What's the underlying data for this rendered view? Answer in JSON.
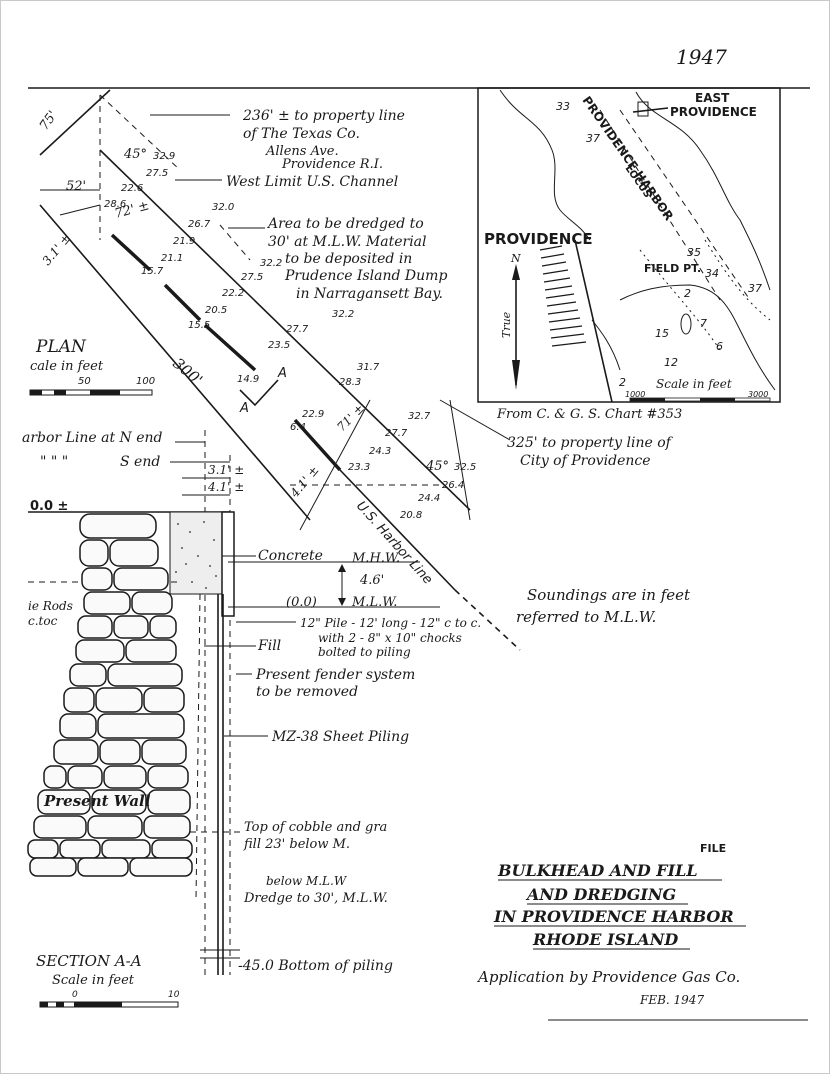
{
  "header": {
    "year": "1947"
  },
  "plan": {
    "title": "PLAN",
    "scale_caption": "cale in feet",
    "scale_ticks": [
      "50",
      "100"
    ],
    "dim_75": "75'",
    "dim_52": "52'",
    "dim_45_top": "45°",
    "dim_72": "72' ±",
    "dim_31_top": "3.1' ±",
    "dim_300": "300'",
    "dim_71": "71' ±",
    "dim_45_bottom": "45°",
    "dim_41_bottom": "4.1' ±",
    "section_marker": "A",
    "line_label": "U.S. Harbor Line",
    "notes": {
      "texas_co": [
        "236' ± to property line",
        "of The Texas Co.",
        "Allens Ave.",
        "Providence R.I."
      ],
      "west_limit": "West Limit U.S. Channel",
      "dredge_area": [
        "Area to be dredged to",
        "30' at M.L.W. Material",
        "to be deposited in",
        "Prudence Island Dump",
        "in Narragansett Bay."
      ],
      "city_property": [
        "325' to property line of",
        "City of Providence"
      ],
      "soundings": [
        "Soundings are in feet",
        "referred to M.L.W."
      ]
    },
    "soundings": [
      "32.9",
      "27.5",
      "22.6",
      "28.6",
      "32.0",
      "26.7",
      "21.9",
      "21.1",
      "15.7",
      "27.5",
      "22.2",
      "20.5",
      "32.2",
      "15.5",
      "32.2",
      "27.7",
      "23.5",
      "31.7",
      "28.3",
      "14.9",
      "22.9",
      "6.4",
      "32.7",
      "27.7",
      "24.3",
      "23.3",
      "32.5",
      "26.4",
      "24.4",
      "20.8"
    ]
  },
  "locus_map": {
    "labels": {
      "east_providence": [
        "EAST",
        "PROVIDENCE"
      ],
      "harbor": "PROVIDENCE HARBOR",
      "locus": "LOCUS",
      "city": "PROVIDENCE",
      "field_pt": "FIELD PT.",
      "north": "N",
      "true": "True"
    },
    "depths": [
      "33",
      "37",
      "35",
      "34",
      "37",
      "2",
      "15",
      "7",
      "6",
      "12",
      "2"
    ],
    "scale": {
      "caption": "Scale in feet",
      "ticks": [
        "1000",
        "3000"
      ]
    },
    "source": "From C. & G. S. Chart #353"
  },
  "section": {
    "title": "SECTION A-A",
    "scale_caption": "Scale in feet",
    "scale_ticks": [
      "0",
      "10"
    ],
    "elev_top": "0.0 ±",
    "harbor_line_n": "arbor Line at N end",
    "harbor_line_s_marks": "\"  \"  \" ",
    "harbor_line_s": "S end",
    "dim_31": "3.1' ±",
    "dim_41": "4.1' ±",
    "tie_rods": [
      "ie Rods",
      "c.toc"
    ],
    "present_wall": "Present Wall",
    "labels": {
      "concrete": "Concrete",
      "mhw": "M.H.W.",
      "tide": "4.6'",
      "datum": "(0.0)",
      "mlw": "M.L.W.",
      "pile": [
        "12\" Pile - 12' long - 12\" c to c.",
        "with 2 - 8\" x 10\" chocks",
        "bolted to piling"
      ],
      "fill": "Fill",
      "fender": [
        "Present fender system",
        "to be removed"
      ],
      "sheet_piling": "MZ-38 Sheet Piling",
      "cobble": [
        "Top of cobble and gra",
        "fill 23' below M. "
      ],
      "below_mlw": "below M.L.W",
      "dredge": "Dredge to 30', M.L.W.",
      "bottom": "-45.0 Bottom of piling"
    }
  },
  "title_block": {
    "fragment": "FILE",
    "lines": [
      "BULKHEAD AND FILL",
      "AND DREDGING",
      "IN PROVIDENCE HARBOR",
      "RHODE ISLAND"
    ],
    "applicant": "Application by Providence Gas Co.",
    "date": "FEB. 1947"
  }
}
